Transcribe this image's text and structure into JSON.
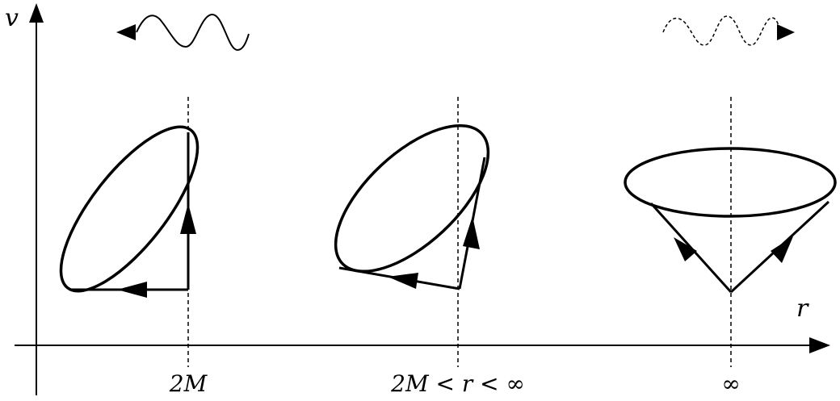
{
  "axes": {
    "y_label": "v",
    "x_label": "r"
  },
  "positions": [
    {
      "label": "2M"
    },
    {
      "label": "2M < r < ∞"
    },
    {
      "label": "∞"
    }
  ],
  "waves": {
    "ingoing": {
      "style": "solid"
    },
    "outgoing": {
      "style": "dashed"
    }
  },
  "colors": {
    "ink": "#000000",
    "background": "#ffffff"
  }
}
